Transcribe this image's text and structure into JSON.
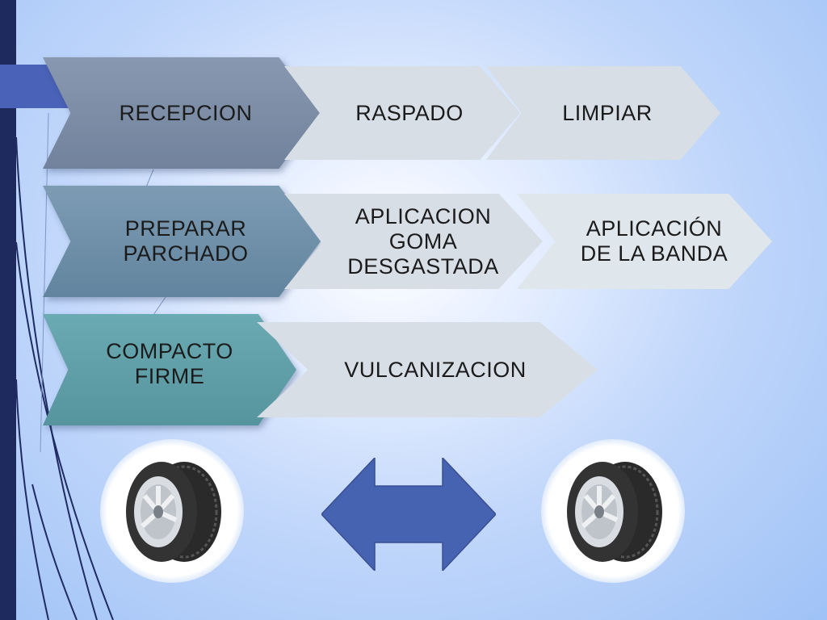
{
  "process": {
    "row1": [
      "RECEPCION",
      "RASPADO",
      "LIMPIAR"
    ],
    "row2": [
      "PREPARAR PARCHADO",
      "APLICACION GOMA DESGASTADA",
      "APLICACIÓN DE LA BANDA"
    ],
    "row3": [
      "COMPACTO FIRME",
      "VULCANIZACION"
    ]
  },
  "colors": {
    "step_recepcion": "#7d8ea8",
    "step_preparar": "#6f90a8",
    "step_compacto": "#5e9ea8",
    "step_light": "#d5dde5",
    "arrow": "#4563b0"
  },
  "icons": [
    "tire-icon",
    "double-arrow-icon",
    "tire-icon"
  ]
}
